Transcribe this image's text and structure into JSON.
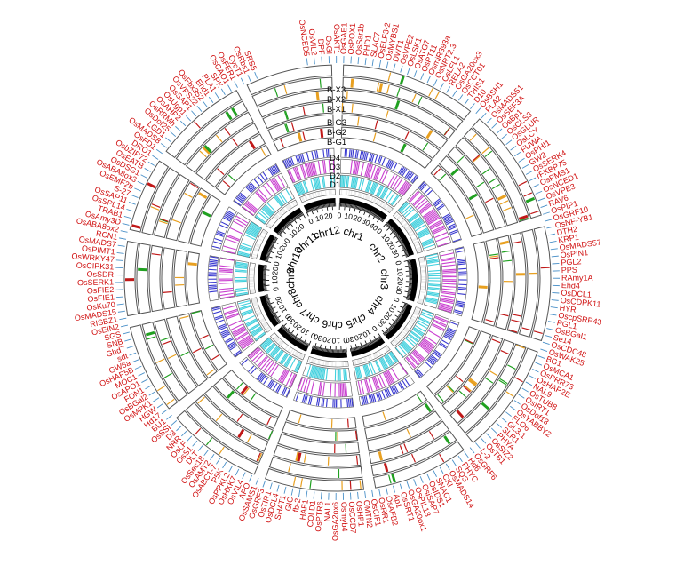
{
  "colors": {
    "outline": "#555555",
    "gene_text": "#d01010",
    "connector": "#4a90c8",
    "chromosome": "#000000",
    "density": [
      "#1515c8",
      "#c020c8",
      "#20c8d8",
      "#e8e8e8"
    ],
    "marks": [
      "#e8a020",
      "#20a020",
      "#c01818"
    ]
  },
  "chromosomes": [
    {
      "name": "chr1",
      "ticks": [
        "0",
        "10",
        "20",
        "30",
        "40"
      ]
    },
    {
      "name": "chr2",
      "ticks": [
        "0",
        "10",
        "20",
        "30"
      ]
    },
    {
      "name": "chr3",
      "ticks": [
        "0",
        "10",
        "20",
        "30"
      ]
    },
    {
      "name": "chr4",
      "ticks": [
        "0",
        "10",
        "20",
        "30"
      ]
    },
    {
      "name": "chr5",
      "ticks": [
        "0",
        "10",
        "20",
        "30"
      ]
    },
    {
      "name": "chr6",
      "ticks": [
        "0",
        "10",
        "20",
        "30"
      ]
    },
    {
      "name": "chr7",
      "ticks": [
        "0",
        "10",
        "20",
        "30"
      ]
    },
    {
      "name": "chr8",
      "ticks": [
        "0",
        "10",
        "20"
      ]
    },
    {
      "name": "chr9",
      "ticks": [
        "0",
        "10",
        "20"
      ]
    },
    {
      "name": "chr10",
      "ticks": [
        "0",
        "10",
        "20"
      ]
    },
    {
      "name": "chr11",
      "ticks": [
        "0",
        "10",
        "20"
      ]
    },
    {
      "name": "chr12",
      "ticks": [
        "0",
        "10",
        "20"
      ]
    }
  ],
  "tracks": {
    "density": [
      "D4",
      "D3",
      "D2",
      "D1"
    ],
    "g_group": [
      "B-G3",
      "B-G2",
      "B-G1"
    ],
    "x_group": [
      "B-X3",
      "B-X2",
      "B-X1"
    ]
  },
  "genes": [
    {
      "text": "OsNCED5"
    },
    {
      "text": "OsVIL2"
    },
    {
      "text": "DPF"
    },
    {
      "text": "OsGI"
    },
    {
      "text": "OsAKT1"
    },
    {
      "text": "OsGAE1"
    },
    {
      "text": "OsPOX1"
    },
    {
      "text": "OsSar1b"
    },
    {
      "text": "PHD1"
    },
    {
      "text": "SLAC7"
    },
    {
      "text": "OsELF3-2"
    },
    {
      "text": "OsMYBS1"
    },
    {
      "text": "DWT1"
    },
    {
      "text": "OsVPE2"
    },
    {
      "text": "OsLSK1"
    },
    {
      "text": "OsATG7"
    },
    {
      "text": "OsPT11"
    },
    {
      "text": "OsmiR393a"
    },
    {
      "text": "OsNRT2.3"
    },
    {
      "text": "OsLFL1"
    },
    {
      "text": "RELA2"
    },
    {
      "text": "OsGA20ox3"
    },
    {
      "text": "OsCCT01"
    },
    {
      "text": "THIS1"
    },
    {
      "text": "D10"
    },
    {
      "text": "OsBSH1"
    },
    {
      "text": "PLA2"
    },
    {
      "text": "OsMADS51"
    },
    {
      "text": "OsSEF3A"
    },
    {
      "text": "OsBp1"
    },
    {
      "text": "OsCLS3"
    },
    {
      "text": "OsGLUR"
    },
    {
      "text": "OsLCY"
    },
    {
      "text": "FUWA"
    },
    {
      "text": "OsPHI1"
    },
    {
      "text": "GW2"
    },
    {
      "text": "OsSERK4"
    },
    {
      "text": "rFKBP75"
    },
    {
      "text": "OsPMS1"
    },
    {
      "text": "OsNCED1"
    },
    {
      "text": "OsVPE3"
    },
    {
      "text": "RAV6"
    },
    {
      "text": "OsPIP1"
    },
    {
      "text": "OsGRF10"
    },
    {
      "text": "OsNF-YB1"
    },
    {
      "text": "DTH2"
    },
    {
      "text": "KRP1"
    },
    {
      "text": "OsMADS57"
    },
    {
      "text": "OsPIN1"
    },
    {
      "text": "PGL2"
    },
    {
      "text": "PPS"
    },
    {
      "text": "RAmy1A"
    },
    {
      "text": "Ehd4"
    },
    {
      "text": "OsDCL1"
    },
    {
      "text": "OsCDPK11"
    },
    {
      "text": "HYR"
    },
    {
      "text": "OscpSRP43"
    },
    {
      "text": "PGL1"
    },
    {
      "text": "OsBGal1"
    },
    {
      "text": "Se14"
    },
    {
      "text": "OsCDC48"
    },
    {
      "text": "OsWAK25"
    },
    {
      "text": "BG1"
    },
    {
      "text": "OsMCA1"
    },
    {
      "text": "OsPRR73"
    },
    {
      "text": "OsHAP2E"
    },
    {
      "text": "NAL9"
    },
    {
      "text": "OsTUB8"
    },
    {
      "text": "OsIRT1"
    },
    {
      "text": "OsDof13"
    },
    {
      "text": "OsYABBY2"
    },
    {
      "text": "FLO6"
    },
    {
      "text": "GL3.1"
    },
    {
      "text": "SLR1"
    },
    {
      "text": "PHYA"
    },
    {
      "text": "OsSIZ2"
    },
    {
      "text": "OsTB1"
    },
    {
      "text": "L-2"
    },
    {
      "text": "OsGRF6"
    },
    {
      "text": "Hd6"
    },
    {
      "text": "PHYC"
    },
    {
      "text": "SQS"
    },
    {
      "text": "OsMADS14"
    },
    {
      "text": "CKI"
    },
    {
      "text": "SNAC1"
    },
    {
      "text": "OsIDS1"
    },
    {
      "text": "OsiSAP7"
    },
    {
      "text": "OsPIL13"
    },
    {
      "text": "OsGA20ox1"
    },
    {
      "text": "OsSRT1"
    },
    {
      "text": "Ap1"
    },
    {
      "text": "OsAFB2"
    },
    {
      "text": "OsRR1"
    },
    {
      "text": "OsCIF1"
    },
    {
      "text": "OMTN2"
    },
    {
      "text": "OsHP1"
    },
    {
      "text": "OsCCD7"
    },
    {
      "text": "Osmyb4"
    },
    {
      "text": "OsGA2ox6"
    },
    {
      "text": "NAL1"
    },
    {
      "text": "OsPTR6"
    },
    {
      "text": "COLD1"
    },
    {
      "text": "HAF1"
    },
    {
      "text": "fb-2"
    },
    {
      "text": "GIC"
    },
    {
      "text": "SHAT1"
    },
    {
      "text": "OsDCL4"
    },
    {
      "text": "OsTIR1"
    },
    {
      "text": "OsGRF3"
    },
    {
      "text": "OsSAMS1"
    },
    {
      "text": "APO"
    },
    {
      "text": "OsVIL4"
    },
    {
      "text": "OsHXK7"
    },
    {
      "text": "OsPPKL2"
    },
    {
      "text": "P5K"
    },
    {
      "text": "OsABC1-7"
    },
    {
      "text": "OsAMT2"
    },
    {
      "text": "OsSec18"
    },
    {
      "text": "DLT"
    },
    {
      "text": "OsS1"
    },
    {
      "text": "OsLF"
    },
    {
      "text": "NRR"
    },
    {
      "text": "D3"
    },
    {
      "text": "OsSSI"
    },
    {
      "text": "BU1"
    },
    {
      "text": "Hd17"
    },
    {
      "text": "HGW"
    },
    {
      "text": "OsMPK1"
    },
    {
      "text": "OsBGal2"
    },
    {
      "text": "FON1"
    },
    {
      "text": "OsAPO1"
    },
    {
      "text": "MOC1"
    },
    {
      "text": "OsHAP5B"
    },
    {
      "text": "GW6a"
    },
    {
      "text": "sdt"
    },
    {
      "text": "Ghd7"
    },
    {
      "text": "SNB"
    },
    {
      "text": "SGS"
    },
    {
      "text": "OsEIN2"
    },
    {
      "text": "RISBZ1"
    },
    {
      "text": "OsMADS15"
    },
    {
      "text": "OsKu70"
    },
    {
      "text": "OsFIE1"
    },
    {
      "text": "OsFIE2"
    },
    {
      "text": "OsSERK1"
    },
    {
      "text": "OsSDR"
    },
    {
      "text": "OsCIPK31"
    },
    {
      "text": "OsWRKY47"
    },
    {
      "text": "OsPIMT1"
    },
    {
      "text": "OsMADS7"
    },
    {
      "text": "RCN1"
    },
    {
      "text": "OsABA8ox2"
    },
    {
      "text": "OsAmy3D"
    },
    {
      "text": "TRAB1"
    },
    {
      "text": "OsSPL14"
    },
    {
      "text": "OsSAP11"
    },
    {
      "text": "S-27"
    },
    {
      "text": "OsEMF2b"
    },
    {
      "text": "OsABA8ox3"
    },
    {
      "text": "OsDSG1"
    },
    {
      "text": "OsEATB"
    },
    {
      "text": "OsbZIP72"
    },
    {
      "text": "DRO1"
    },
    {
      "text": "OsFD1"
    },
    {
      "text": "OsMADS8"
    },
    {
      "text": "LGD1"
    },
    {
      "text": "OsDof25"
    },
    {
      "text": "OsRRMh"
    },
    {
      "text": "OsAHP2"
    },
    {
      "text": "OsUgp1"
    },
    {
      "text": "OsSAP1"
    },
    {
      "text": "OsVPS22"
    },
    {
      "text": "OsFbx352"
    },
    {
      "text": "Ehd1"
    },
    {
      "text": "PLA1"
    },
    {
      "text": "SPK"
    },
    {
      "text": "OsCAO1"
    },
    {
      "text": "OsFER1"
    },
    {
      "text": "CycT1"
    },
    {
      "text": "OsRbs1"
    },
    {
      "text": "SRS5"
    }
  ]
}
